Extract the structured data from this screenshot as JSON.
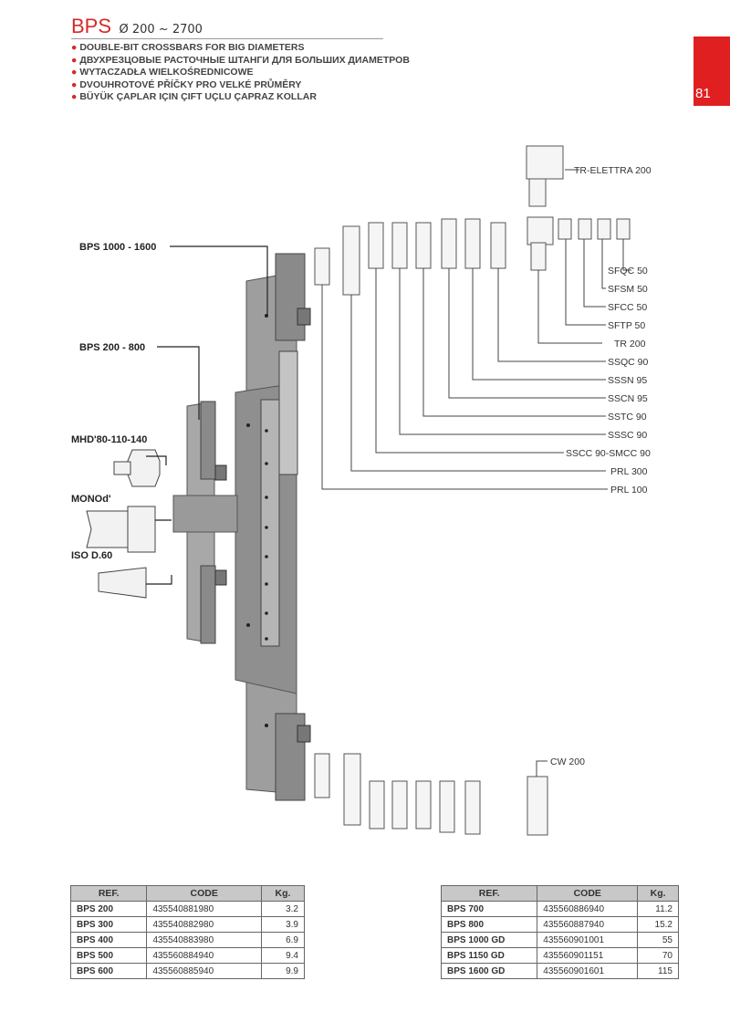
{
  "header": {
    "title": "BPS",
    "range": "Ø 200 ~ 2700",
    "page_number": "81",
    "accent_color": "#e02020",
    "subtitles": [
      "DOUBLE-BIT CROSSBARS FOR BIG DIAMETERS",
      "ДВУХРЕЗЦОВЫЕ РАСТОЧНЫЕ ШТАНГИ ДЛЯ БОЛЬШИХ ДИАМЕТРОВ",
      "WYTACZADŁA WIELKOŚREDNICOWE",
      "DVOUHROTOVÉ PŘÍČKY PRO VELKÉ PRŮMĚRY",
      "BÜYÜK ÇAPLAR IÇIN ÇIFT UÇLU ÇAPRAZ KOLLAR"
    ]
  },
  "diagram": {
    "left_labels": {
      "bps_large": "BPS 1000 - 1600",
      "bps_small": "BPS 200 - 800",
      "mhd": "MHD'80-110-140",
      "mono": "MONOd'",
      "iso": "ISO D.60"
    },
    "tool_labels": [
      "TR-ELETTRA 200",
      "SFQC 50",
      "SFSM 50",
      "SFCC 50",
      "SFTP 50",
      "TR 200",
      "SSQC 90",
      "SSSN 95",
      "SSCN 95",
      "SSTC 90",
      "SSSC 90",
      "SSCC 90-SMCC 90",
      "PRL 300",
      "PRL 100"
    ],
    "cw_label": "CW 200"
  },
  "tables": {
    "headers": [
      "REF.",
      "CODE",
      "Kg."
    ],
    "left": [
      {
        "ref": "BPS 200",
        "code": "435540881980",
        "kg": "3.2"
      },
      {
        "ref": "BPS 300",
        "code": "435540882980",
        "kg": "3.9"
      },
      {
        "ref": "BPS 400",
        "code": "435540883980",
        "kg": "6.9"
      },
      {
        "ref": "BPS 500",
        "code": "435560884940",
        "kg": "9.4"
      },
      {
        "ref": "BPS 600",
        "code": "435560885940",
        "kg": "9.9"
      }
    ],
    "right": [
      {
        "ref": "BPS 700",
        "code": "435560886940",
        "kg": "11.2"
      },
      {
        "ref": "BPS 800",
        "code": "435560887940",
        "kg": "15.2"
      },
      {
        "ref": "BPS 1000 GD",
        "code": "435560901001",
        "kg": "55"
      },
      {
        "ref": "BPS 1150 GD",
        "code": "435560901151",
        "kg": "70"
      },
      {
        "ref": "BPS 1600 GD",
        "code": "435560901601",
        "kg": "115"
      }
    ]
  }
}
